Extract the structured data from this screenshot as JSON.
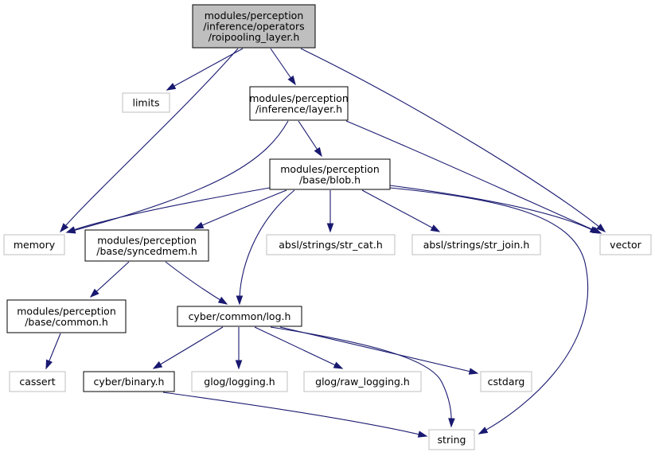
{
  "graph": {
    "nodes": [
      {
        "id": "roipooling",
        "lines": [
          "modules/perception",
          "/inference/operators",
          "/roipooling_layer.h"
        ],
        "kind": "root"
      },
      {
        "id": "limits",
        "lines": [
          "limits"
        ],
        "kind": "ext"
      },
      {
        "id": "layer",
        "lines": [
          "modules/perception",
          "/inference/layer.h"
        ],
        "kind": "doc"
      },
      {
        "id": "blob",
        "lines": [
          "modules/perception",
          "/base/blob.h"
        ],
        "kind": "doc"
      },
      {
        "id": "memory",
        "lines": [
          "memory"
        ],
        "kind": "ext"
      },
      {
        "id": "syncedmem",
        "lines": [
          "modules/perception",
          "/base/syncedmem.h"
        ],
        "kind": "doc"
      },
      {
        "id": "str_cat",
        "lines": [
          "absl/strings/str_cat.h"
        ],
        "kind": "ext"
      },
      {
        "id": "str_join",
        "lines": [
          "absl/strings/str_join.h"
        ],
        "kind": "ext"
      },
      {
        "id": "vector",
        "lines": [
          "vector"
        ],
        "kind": "ext"
      },
      {
        "id": "common",
        "lines": [
          "modules/perception",
          "/base/common.h"
        ],
        "kind": "doc"
      },
      {
        "id": "log",
        "lines": [
          "cyber/common/log.h"
        ],
        "kind": "doc"
      },
      {
        "id": "cassert",
        "lines": [
          "cassert"
        ],
        "kind": "ext"
      },
      {
        "id": "binary",
        "lines": [
          "cyber/binary.h"
        ],
        "kind": "doc"
      },
      {
        "id": "glog_logging",
        "lines": [
          "glog/logging.h"
        ],
        "kind": "ext"
      },
      {
        "id": "raw_logging",
        "lines": [
          "glog/raw_logging.h"
        ],
        "kind": "ext"
      },
      {
        "id": "cstdarg",
        "lines": [
          "cstdarg"
        ],
        "kind": "ext"
      },
      {
        "id": "string",
        "lines": [
          "string"
        ],
        "kind": "ext"
      }
    ],
    "edges": [
      {
        "from": "roipooling",
        "to": "limits"
      },
      {
        "from": "roipooling",
        "to": "layer"
      },
      {
        "from": "roipooling",
        "to": "memory"
      },
      {
        "from": "roipooling",
        "to": "vector"
      },
      {
        "from": "layer",
        "to": "blob"
      },
      {
        "from": "layer",
        "to": "memory"
      },
      {
        "from": "layer",
        "to": "vector"
      },
      {
        "from": "blob",
        "to": "memory"
      },
      {
        "from": "blob",
        "to": "syncedmem"
      },
      {
        "from": "blob",
        "to": "log"
      },
      {
        "from": "blob",
        "to": "str_cat"
      },
      {
        "from": "blob",
        "to": "str_join"
      },
      {
        "from": "blob",
        "to": "vector"
      },
      {
        "from": "blob",
        "to": "string"
      },
      {
        "from": "syncedmem",
        "to": "common"
      },
      {
        "from": "syncedmem",
        "to": "log"
      },
      {
        "from": "common",
        "to": "cassert"
      },
      {
        "from": "log",
        "to": "binary"
      },
      {
        "from": "log",
        "to": "glog_logging"
      },
      {
        "from": "log",
        "to": "raw_logging"
      },
      {
        "from": "log",
        "to": "cstdarg"
      },
      {
        "from": "log",
        "to": "string"
      },
      {
        "from": "binary",
        "to": "string"
      }
    ],
    "colors": {
      "edge": "#191970",
      "root_fill": "#bfbfbf",
      "documented_border": "#000000",
      "external_border": "#bfbfbf"
    }
  }
}
